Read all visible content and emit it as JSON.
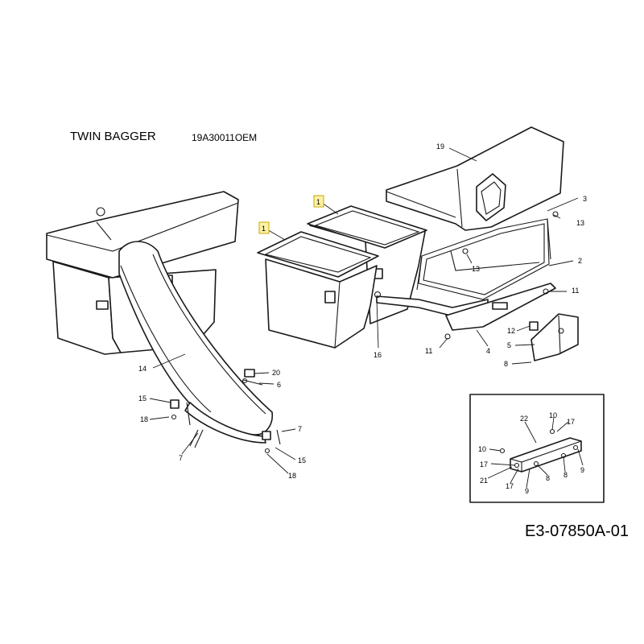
{
  "header": {
    "title": "TWIN BAGGER",
    "model_code": "19A30011OEM"
  },
  "footer": {
    "reference": "E3-07850A-01"
  },
  "colors": {
    "line": "#1a1a1a",
    "highlight_fill": "#fdf1a6",
    "highlight_stroke": "#c9a800",
    "background": "#ffffff"
  },
  "callouts": {
    "c1a": "1",
    "c1b": "1",
    "c19": "19",
    "c3": "3",
    "c13a": "13",
    "c13b": "13",
    "c2": "2",
    "c11a": "11",
    "c11b": "11",
    "c16": "16",
    "c4": "4",
    "c12": "12",
    "c5": "5",
    "c8a": "8",
    "c14": "14",
    "c20": "20",
    "c6": "6",
    "c15a": "15",
    "c15b": "15",
    "c18a": "18",
    "c18b": "18",
    "c7a": "7",
    "c7b": "7",
    "c22": "22",
    "c10a": "10",
    "c10b": "10",
    "c17a": "17",
    "c17b": "17",
    "c17c": "17",
    "c21": "21",
    "c9a": "9",
    "c9b": "9",
    "c8b": "8",
    "c8c": "8"
  }
}
